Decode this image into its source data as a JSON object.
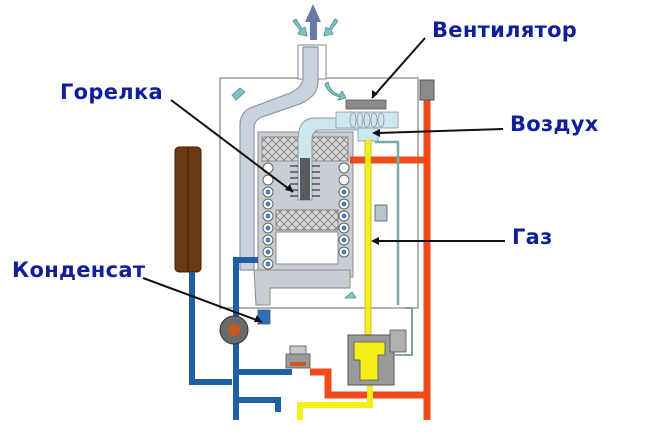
{
  "labels": {
    "fan": "Вентилятор",
    "burner": "Горелка",
    "air": "Воздух",
    "gas": "Газ",
    "condensate": "Конденсат"
  },
  "colors": {
    "label_text": "#0f1f99",
    "gas_pipe": "#f5ee1a",
    "hot_water_pipe": "#f04a1a",
    "cold_water_pipe": "#1f5fa8",
    "expansion_tank": "#6b3a12",
    "flue": "#c9d3de",
    "air_arrows": "#7fc4c4"
  }
}
